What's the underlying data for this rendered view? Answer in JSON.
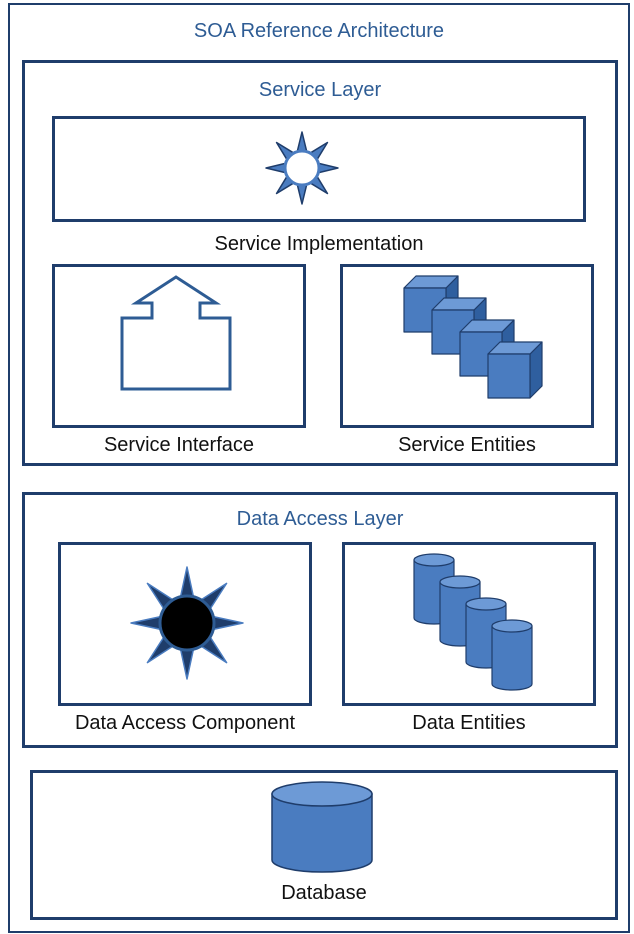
{
  "title": "SOA Reference Architecture",
  "service_layer": {
    "title": "Service Layer",
    "implementation": {
      "label": "Service Implementation",
      "icon": "sun-outline-icon"
    },
    "interface": {
      "label": "Service Interface",
      "icon": "up-arrow-icon"
    },
    "entities": {
      "label": "Service Entities",
      "icon": "stacked-cubes-icon"
    }
  },
  "data_access_layer": {
    "title": "Data Access Layer",
    "component": {
      "label": "Data Access Component",
      "icon": "black-sun-icon"
    },
    "entities": {
      "label": "Data Entities",
      "icon": "stacked-cylinders-icon"
    }
  },
  "database": {
    "label": "Database",
    "icon": "database-cylinder-icon"
  },
  "colors": {
    "border": "#1f3d6b",
    "heading": "#2e5c94",
    "icon_fill": "#4a7cc0",
    "icon_stroke": "#1f3d6b"
  }
}
